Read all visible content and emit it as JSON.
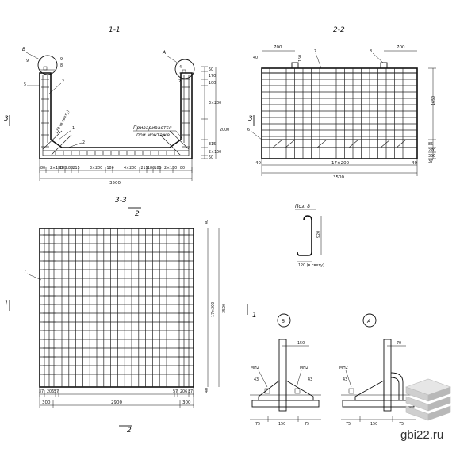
{
  "titles": {
    "s11": "1-1",
    "s22": "2-2",
    "s33": "3-3",
    "pos8": "Поз. 8"
  },
  "section_marks": {
    "m3": "3",
    "m1": "1",
    "m2": "2"
  },
  "callouts": {
    "A": "A",
    "B": "B"
  },
  "positions": {
    "p1": "1",
    "p2": "2",
    "p4": "4",
    "p5": "5",
    "p6": "6",
    "p7": "7",
    "p8": "8",
    "p9": "9"
  },
  "notes": {
    "weld_line1": "Приваривается",
    "weld_line2": "при монтаже",
    "gap_label": "120 (в свету)",
    "gap_label_vertical": "120 (в свету)"
  },
  "dims_11": {
    "bottom": [
      "80",
      "2×150",
      "185",
      "180",
      "215",
      "3×200",
      "180",
      "4×200",
      "215",
      "180",
      "185",
      "2×150",
      "80"
    ],
    "total": "3500",
    "right": [
      "50",
      "170",
      "100",
      "3×200",
      "2000",
      "315",
      "2×150",
      "50"
    ]
  },
  "dims_22": {
    "top_left": "700",
    "top_right": "700",
    "h150": "150",
    "left40": "40",
    "right": [
      "1650",
      "85",
      "270",
      "350",
      "37"
    ],
    "bottom": [
      "40",
      "17×200",
      "40"
    ],
    "total": "3500"
  },
  "dims_33": {
    "bottom": [
      "37",
      "206",
      "57",
      "57",
      "206",
      "37"
    ],
    "lower": [
      "300",
      "2900",
      "300"
    ],
    "right": [
      "40",
      "17×200",
      "3500",
      "40"
    ]
  },
  "dims_pos8": {
    "h": "920"
  },
  "dims_detail": {
    "b_top": "150",
    "a_top": "70",
    "mn": "МН2",
    "w43": "43",
    "side": "75",
    "mid": "150"
  },
  "watermark": "gbi22.ru"
}
